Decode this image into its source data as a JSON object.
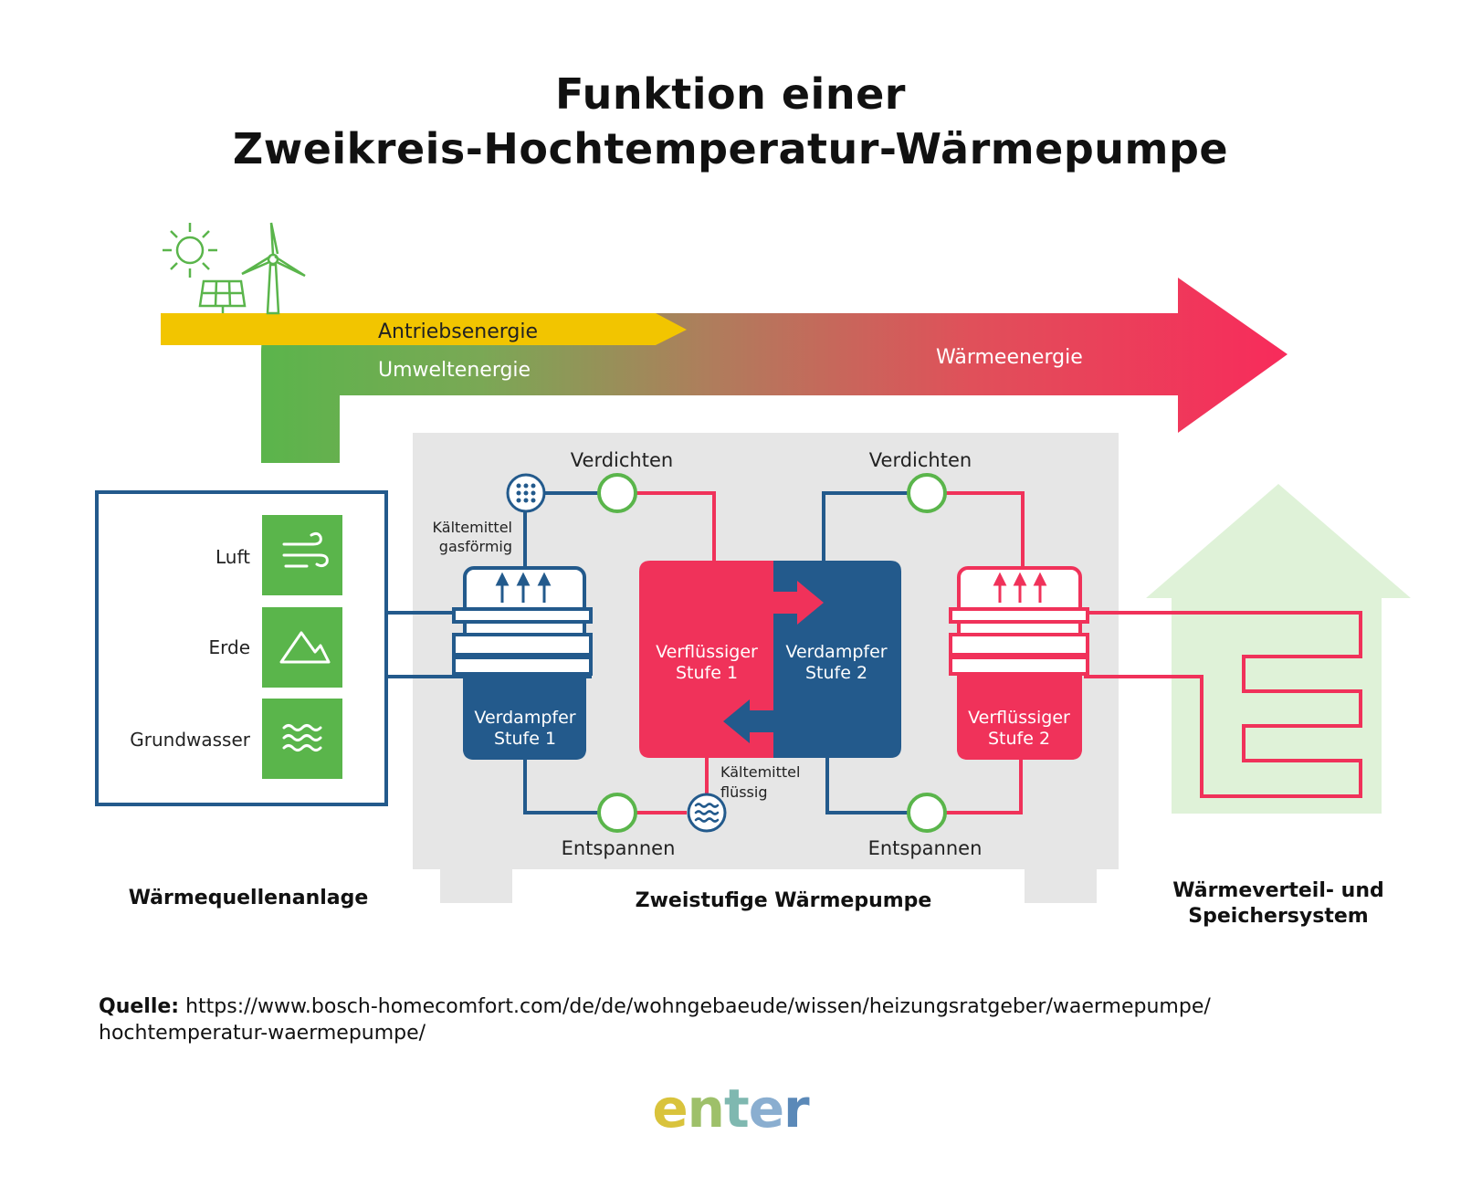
{
  "title": {
    "line1": "Funktion einer",
    "line2": "Zweikreis-Hochtemperatur-Wärmepumpe"
  },
  "energy": {
    "antrieb": "Antriebsenergie",
    "umwelt": "Umweltenergie",
    "waerme": "Wärmeenergie"
  },
  "sources": {
    "luft": "Luft",
    "erde": "Erde",
    "grundwasser": "Grundwasser"
  },
  "pump": {
    "verdichten": "Verdichten",
    "entspannen": "Entspannen",
    "kaeltemittel_gas_1": "Kältemittel",
    "kaeltemittel_gas_2": "gasförmig",
    "kaeltemittel_fl_1": "Kältemittel",
    "kaeltemittel_fl_2": "flüssig",
    "verdampfer1_a": "Verdampfer",
    "verdampfer1_b": "Stufe 1",
    "verfluessiger1_a": "Verflüssiger",
    "verfluessiger1_b": "Stufe 1",
    "verdampfer2_a": "Verdampfer",
    "verdampfer2_b": "Stufe 2",
    "verfluessiger2_a": "Verflüssiger",
    "verfluessiger2_b": "Stufe 2"
  },
  "sections": {
    "quelle": "Wärmequellenanlage",
    "pumpe": "Zweistufige Wärmepumpe",
    "verteil_1": "Wärmeverteil- und",
    "verteil_2": "Speichersystem"
  },
  "source": {
    "label": "Quelle:",
    "url_1": "https://www.bosch-homecomfort.com/de/de/wohngebaeude/wissen/heizungsratgeber/waermepumpe/",
    "url_2": "hochtemperatur-waermepumpe/"
  },
  "logo": {
    "e1": "e",
    "n": "n",
    "t": "t",
    "e2": "e",
    "r": "r"
  },
  "colors": {
    "blue": "#235a8c",
    "red": "#f0325a",
    "green": "#5ab54b",
    "yellow": "#f2c500",
    "grey": "#e6e6e6",
    "house": "#dff2d8"
  }
}
